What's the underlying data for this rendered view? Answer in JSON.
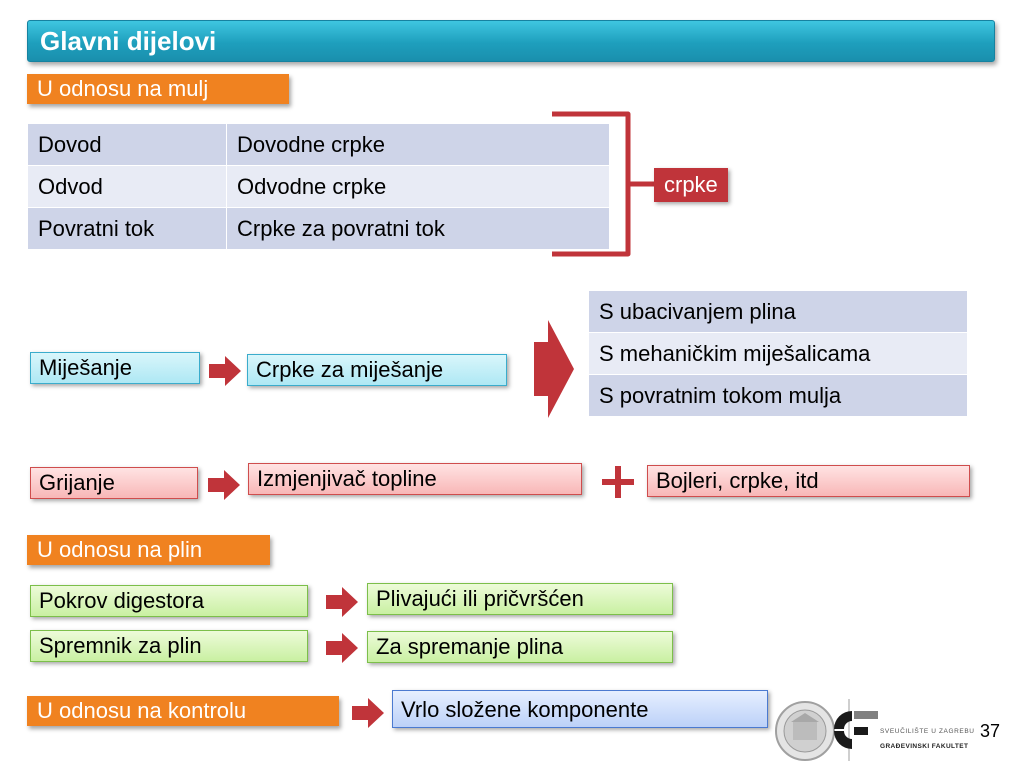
{
  "slide": {
    "title": "Glavni dijelovi",
    "page_number": "37"
  },
  "colors": {
    "title_bar": "#1e9fbd",
    "section_label": "#f08220",
    "arrow": "#c0343a",
    "table_row_dark": "#ced4e8",
    "table_row_light": "#e8ebf5"
  },
  "section_mulj": {
    "label": "U odnosu na mulj",
    "pumps_table": [
      {
        "part": "Dovod",
        "component": "Dovodne crpke"
      },
      {
        "part": "Odvod",
        "component": "Odvodne crpke"
      },
      {
        "part": "Povratni tok",
        "component": "Crpke za povratni tok"
      }
    ],
    "bracket_label": "crpke",
    "mixing": {
      "label": "Miješanje",
      "component": "Crpke za miješanje",
      "options": [
        "S ubacivanjem plina",
        "S mehaničkim miješalicama",
        "S povratnim tokom mulja"
      ]
    },
    "heating": {
      "label": "Grijanje",
      "component": "Izmjenjivač topline",
      "extra": "Bojleri, crpke, itd"
    }
  },
  "section_plin": {
    "label": "U odnosu na plin",
    "rows": [
      {
        "label": "Pokrov digestora",
        "value": "Plivajući ili pričvršćen"
      },
      {
        "label": "Spremnik za plin",
        "value": "Za spremanje plina"
      }
    ]
  },
  "section_kontrola": {
    "label": "U odnosu na kontrolu",
    "value": "Vrlo složene komponente"
  },
  "footer": {
    "university": "SVEUČILIŠTE U ZAGREBU",
    "faculty": "GRAĐEVINSKI FAKULTET"
  }
}
